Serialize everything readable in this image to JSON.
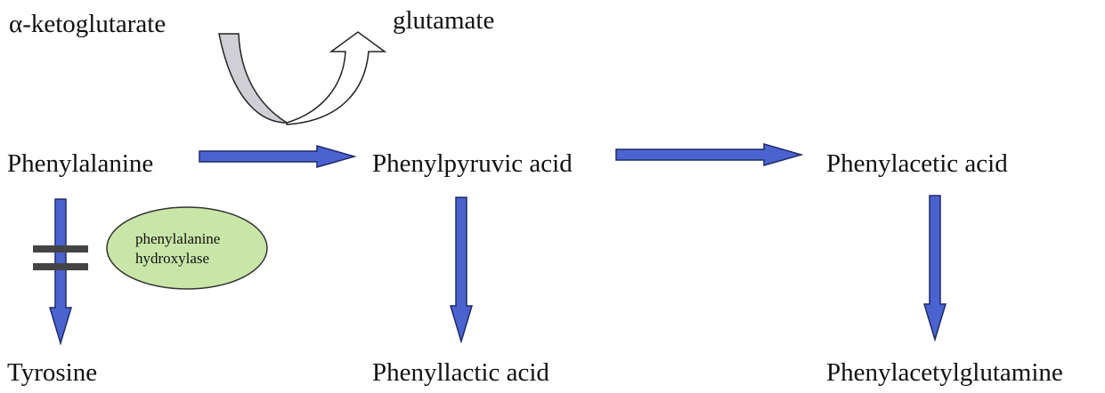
{
  "diagram": {
    "nodes": {
      "alpha_ketoglutarate": "α-ketoglutarate",
      "glutamate": "glutamate",
      "phenylalanine": "Phenylalanine",
      "phenylpyruvic_acid": "Phenylpyruvic acid",
      "phenylacetic_acid": "Phenylacetic acid",
      "tyrosine": "Tyrosine",
      "phenyllactic_acid": "Phenyllactic acid",
      "phenylacetylglutamine": "Phenylacetylglutamine"
    },
    "enzyme": {
      "line1": "phenylalanine",
      "line2": "hydroxylase"
    },
    "colors": {
      "arrow_fill": "#4a63d0",
      "arrow_stroke": "#1e2a66",
      "cosubstrate_arc_fill": "#cfcfd6",
      "enzyme_fill": "#c8e6a8",
      "enzyme_stroke": "#333333",
      "block_bar": "#444444"
    },
    "edges": [
      {
        "from": "phenylalanine",
        "to": "phenylpyruvic_acid"
      },
      {
        "from": "phenylpyruvic_acid",
        "to": "phenylacetic_acid"
      },
      {
        "from": "phenylalanine",
        "to": "tyrosine",
        "blocked": true
      },
      {
        "from": "phenylpyruvic_acid",
        "to": "phenyllactic_acid"
      },
      {
        "from": "phenylacetic_acid",
        "to": "phenylacetylglutamine"
      },
      {
        "from": "alpha_ketoglutarate",
        "to": "glutamate",
        "style": "curved-cosubstrate"
      }
    ]
  }
}
